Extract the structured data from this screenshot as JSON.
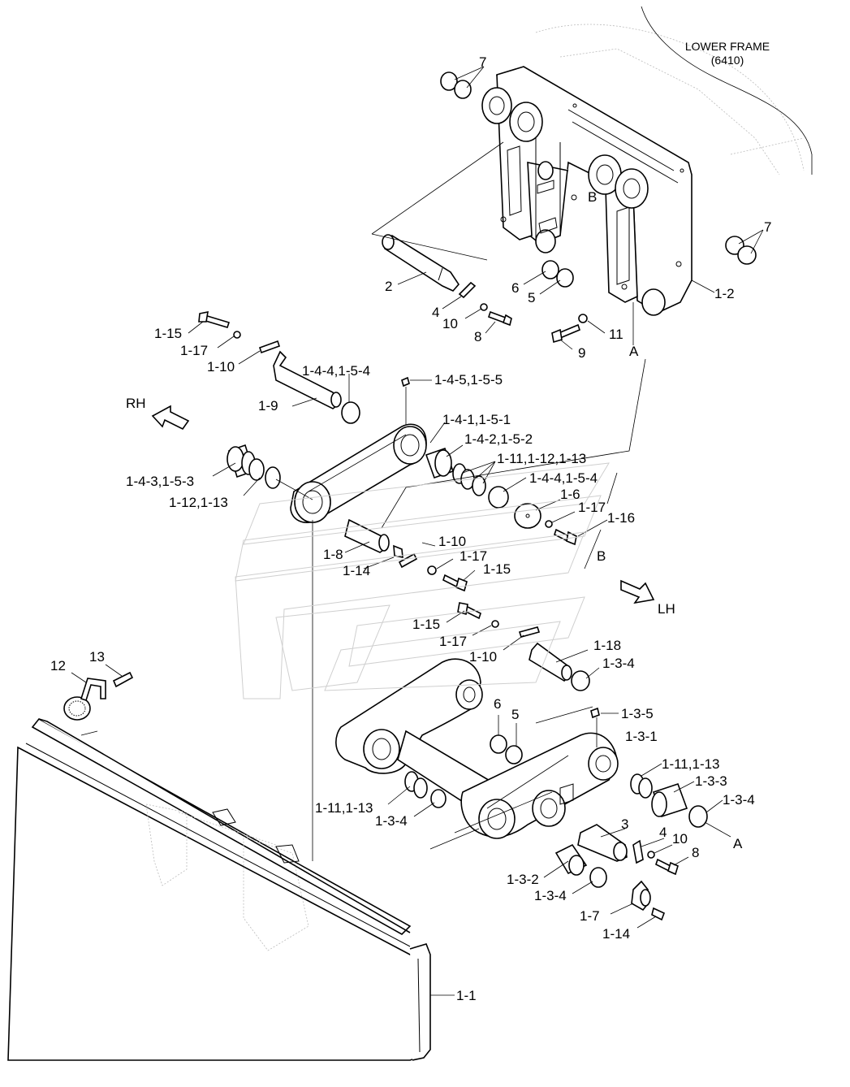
{
  "frame_label": "LOWER FRAME",
  "frame_code": "(6410)",
  "direction": {
    "rh": "RH",
    "lh": "LH"
  },
  "parts": {
    "p7a": "7",
    "p7b": "7",
    "pB1": "B",
    "p2": "2",
    "p6a": "6",
    "p5a": "5",
    "p1_2": "1-2",
    "p4a": "4",
    "p10a": "10",
    "p8a": "8",
    "p11": "11",
    "p9": "9",
    "pA1": "A",
    "p1_15a": "1-15",
    "p1_17a": "1-17",
    "p1_10a": "1-10",
    "p1_4_4a": "1-4-4,1-5-4",
    "p1_4_5": "1-4-5,1-5-5",
    "p1_9": "1-9",
    "p1_4_1": "1-4-1,1-5-1",
    "p1_4_2": "1-4-2,1-5-2",
    "p1_4_3": "1-4-3,1-5-3",
    "p1_11a": "1-11,1-12,1-13",
    "p1_4_4b": "1-4-4,1-5-4",
    "p1_12": "1-12,1-13",
    "p1_6": "1-6",
    "p1_17b": "1-17",
    "p1_16": "1-16",
    "pB2": "B",
    "p1_10b": "1-10",
    "p1_8": "1-8",
    "p1_17c": "1-17",
    "p1_14a": "1-14",
    "p1_15b": "1-15",
    "p1_15c": "1-15",
    "p1_17d": "1-17",
    "p1_10c": "1-10",
    "p1_18": "1-18",
    "p1_3_4a": "1-3-4",
    "p13": "13",
    "p12": "12",
    "p6b": "6",
    "p5b": "5",
    "p1_3_5": "1-3-5",
    "p1_3_1": "1-3-1",
    "p1_11b": "1-11,1-13",
    "p1_3_3": "1-3-3",
    "p1_11c": "1-11,1-13",
    "p1_3_4b": "1-3-4",
    "p1_3_4c": "1-3-4",
    "pA2": "A",
    "p3": "3",
    "p4b": "4",
    "p10b": "10",
    "p8b": "8",
    "p1_3_2": "1-3-2",
    "p1_3_4d": "1-3-4",
    "p1_7": "1-7",
    "p1_14b": "1-14",
    "p1_1": "1-1"
  }
}
